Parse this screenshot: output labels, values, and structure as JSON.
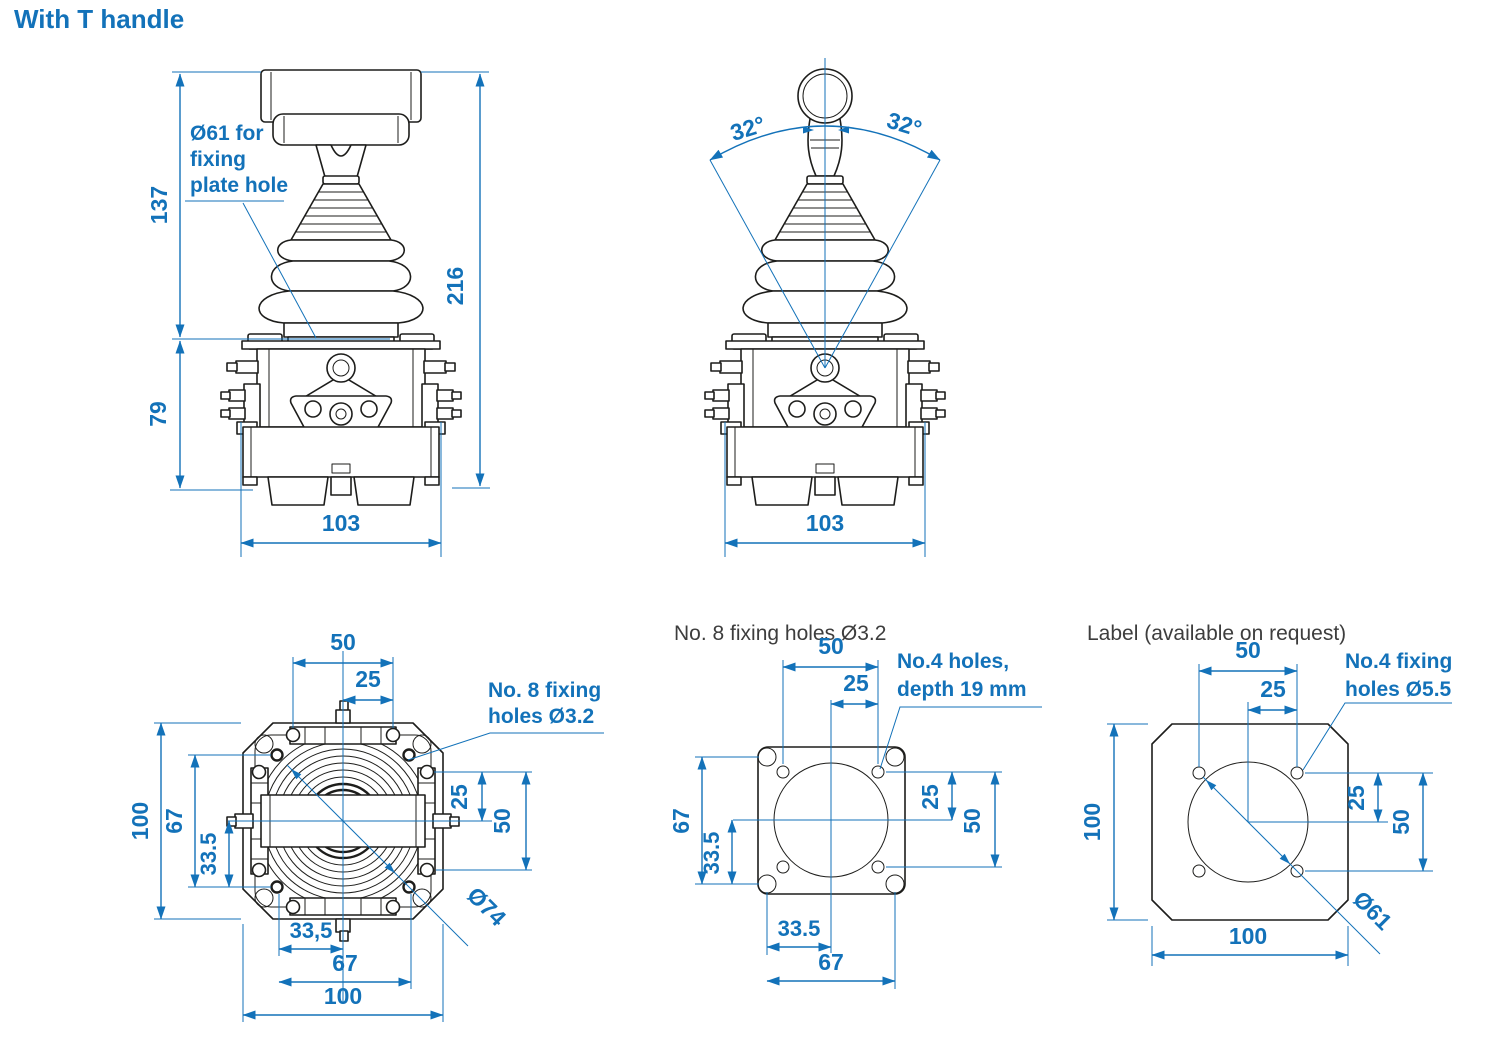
{
  "title": "With T handle",
  "colors": {
    "accent": "#1372b9",
    "line": "#1d1d1b",
    "caption": "#3d3d3d",
    "background": "#ffffff"
  },
  "front_view": {
    "leader_line1": "Ø61 for",
    "leader_line2": "fixing",
    "leader_line3": "plate hole",
    "dim_upper": "137",
    "dim_lower": "79",
    "dim_total": "216",
    "dim_width": "103"
  },
  "tilt_view": {
    "angle_left": "32°",
    "angle_right": "32°",
    "dim_width": "103"
  },
  "bottom_view": {
    "leader_line1": "No. 8 fixing",
    "leader_line2": "holes Ø3.2",
    "dim_top_50": "50",
    "dim_top_25": "25",
    "dim_left_100": "100",
    "dim_left_67": "67",
    "dim_left_33_5": "33.5",
    "dim_right_25": "25",
    "dim_right_50": "50",
    "dim_diagonal": "Ø74",
    "dim_bottom_33_5": "33,5",
    "dim_bottom_67": "67",
    "dim_bottom_100": "100"
  },
  "plate_view": {
    "title": "No. 8 fixing holes Ø3.2",
    "leader_line1": "No.4 holes,",
    "leader_line2": "depth 19 mm",
    "dim_top_50": "50",
    "dim_top_25": "25",
    "dim_left_67": "67",
    "dim_left_33_5": "33.5",
    "dim_right_25": "25",
    "dim_right_50": "50",
    "dim_bottom_33_5": "33.5",
    "dim_bottom_67": "67"
  },
  "label_view": {
    "title": "Label (available on request)",
    "leader_line1": "No.4 fixing",
    "leader_line2": "holes Ø5.5",
    "dim_top_50": "50",
    "dim_top_25": "25",
    "dim_left_100": "100",
    "dim_right_25": "25",
    "dim_right_50": "50",
    "dim_diagonal": "Ø61",
    "dim_bottom_100": "100"
  }
}
